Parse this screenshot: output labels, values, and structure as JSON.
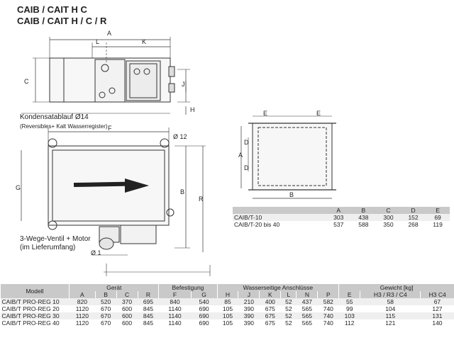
{
  "header": {
    "title1": "CAIB / CAIT H C",
    "title2": "CAIB / CAIT H / C / R"
  },
  "labels": {
    "A": "A",
    "L": "L",
    "K": "K",
    "C": "C",
    "J": "J",
    "H": "H",
    "F": "F",
    "G": "G",
    "R": "R",
    "B": "B",
    "D": "D",
    "E": "E",
    "phi12": "Ø 12",
    "phi1": "Ø 1"
  },
  "captions": {
    "drain": "Kondensatablauf Ø14",
    "drain_note": "(Reversibles+ Kalt Wasserregister)",
    "valve1": "3-Wege-Ventil + Motor",
    "valve2": "(im Lieferumfang)"
  },
  "small_table": {
    "headers": [
      "",
      "A",
      "B",
      "C",
      "D",
      "E"
    ],
    "rows": [
      [
        "CAIB/T-10",
        "303",
        "438",
        "300",
        "152",
        "69"
      ],
      [
        "CAIB/T-20 bis 40",
        "537",
        "588",
        "350",
        "268",
        "119"
      ]
    ]
  },
  "big_table": {
    "groups": [
      {
        "label": "Modell",
        "span": 1
      },
      {
        "label": "Gerät",
        "span": 4
      },
      {
        "label": "Befestigung",
        "span": 2
      },
      {
        "label": "Wasserseitige Anschlüsse",
        "span": 6
      },
      {
        "label": "Gewicht [kg]",
        "span": 3
      }
    ],
    "headers": [
      "",
      "A",
      "B",
      "C",
      "R",
      "F",
      "G",
      "H",
      "J",
      "K",
      "L",
      "N",
      "P",
      "E",
      "H3 / R3 / C4",
      "H3 C4"
    ],
    "rows": [
      [
        "CAIB/T PRO-REG 10",
        "820",
        "520",
        "370",
        "695",
        "840",
        "540",
        "85",
        "210",
        "400",
        "52",
        "437",
        "582",
        "55",
        "58",
        "67"
      ],
      [
        "CAIB/T PRO-REG 20",
        "1120",
        "670",
        "600",
        "845",
        "1140",
        "690",
        "105",
        "390",
        "675",
        "52",
        "565",
        "740",
        "99",
        "104",
        "127"
      ],
      [
        "CAIB/T PRO-REG 30",
        "1120",
        "670",
        "600",
        "845",
        "1140",
        "690",
        "105",
        "390",
        "675",
        "52",
        "565",
        "740",
        "103",
        "115",
        "131"
      ],
      [
        "CAIB/T PRO-REG 40",
        "1120",
        "670",
        "600",
        "845",
        "1140",
        "690",
        "105",
        "390",
        "675",
        "52",
        "565",
        "740",
        "112",
        "121",
        "140"
      ]
    ]
  }
}
